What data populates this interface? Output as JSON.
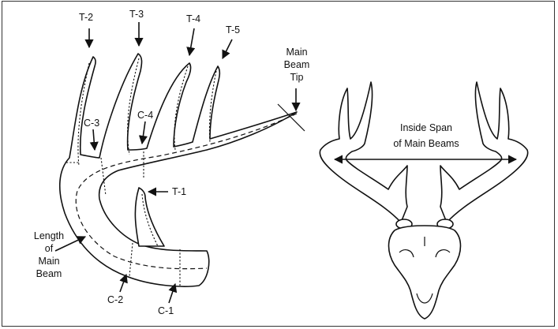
{
  "labels": {
    "t2": "T-2",
    "t3": "T-3",
    "t4": "T-4",
    "t5": "T-5",
    "main_beam_tip_1": "Main",
    "main_beam_tip_2": "Beam",
    "main_beam_tip_3": "Tip",
    "c3": "C-3",
    "c4": "C-4",
    "t1": "T-1",
    "length_1": "Length",
    "length_2": "of",
    "length_3": "Main",
    "length_4": "Beam",
    "c2": "C-2",
    "c1": "C-1",
    "inside_span_1": "Inside Span",
    "inside_span_2": "of Main Beams"
  },
  "colors": {
    "line": "#111111",
    "background": "#ffffff",
    "border": "#333333"
  }
}
